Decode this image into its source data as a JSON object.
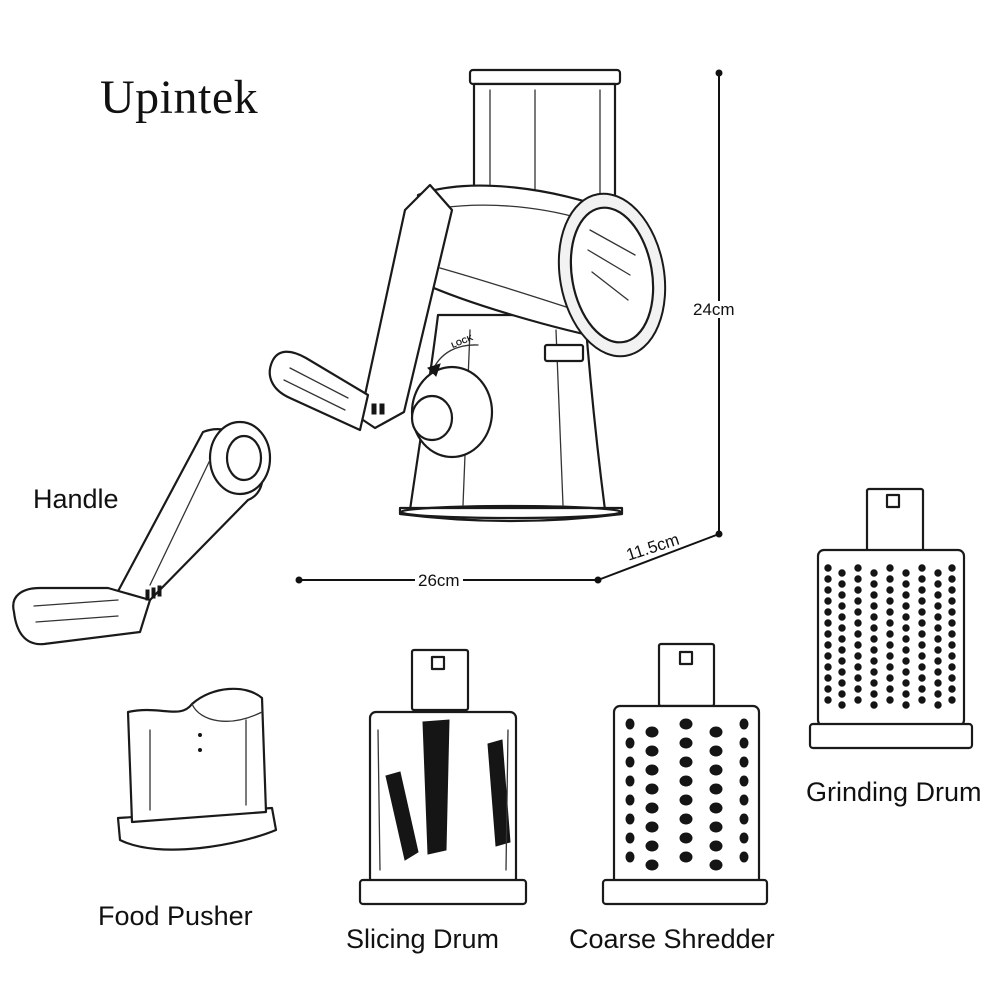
{
  "brand": "Upintek",
  "dimensions": {
    "height": "24cm",
    "width": "26cm",
    "depth": "11.5cm"
  },
  "machine_marking": "LOCK",
  "parts": {
    "handle": "Handle",
    "food_pusher": "Food Pusher",
    "slicing_drum": "Slicing Drum",
    "coarse_shredder": "Coarse Shredder",
    "grinding_drum": "Grinding Drum"
  },
  "colors": {
    "line": "#1a1a1a",
    "background": "#ffffff"
  }
}
